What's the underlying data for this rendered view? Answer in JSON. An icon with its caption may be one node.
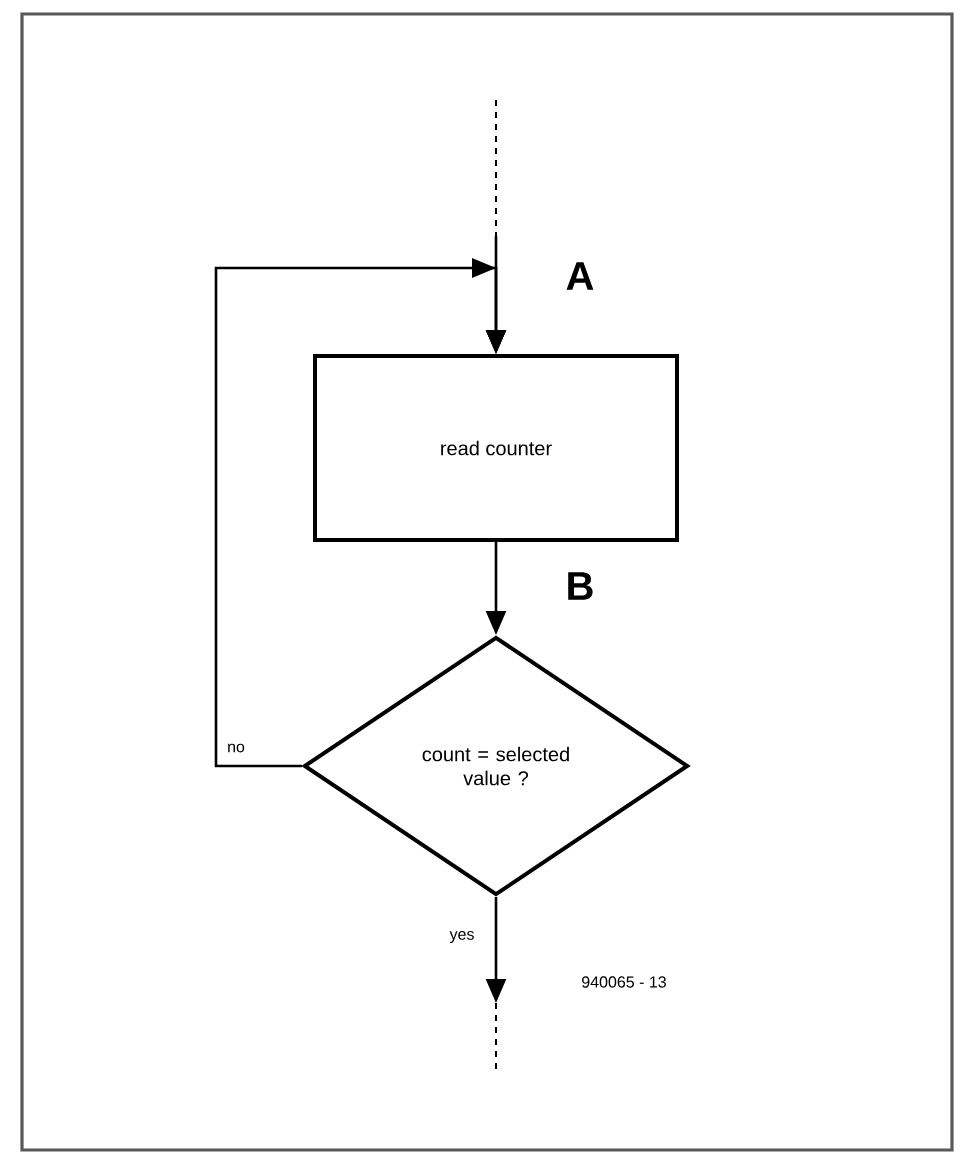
{
  "diagram": {
    "nodes": [
      {
        "text": [
          "read counter"
        ]
      },
      {
        "text": [
          "count = selected value ?"
        ]
      }
    ],
    "edges": [
      {
        "from": null,
        "to": 0,
        "arrow": "to"
      },
      {
        "from": 0,
        "to": 1,
        "arrow": "to"
      },
      {
        "from": 1,
        "to": 0,
        "arrow": "to",
        "label": "no"
      },
      {
        "from": 1,
        "to": null,
        "arrow": "to",
        "label": "yes"
      }
    ],
    "labels": [
      "A",
      "B",
      "940065 - 13"
    ]
  }
}
